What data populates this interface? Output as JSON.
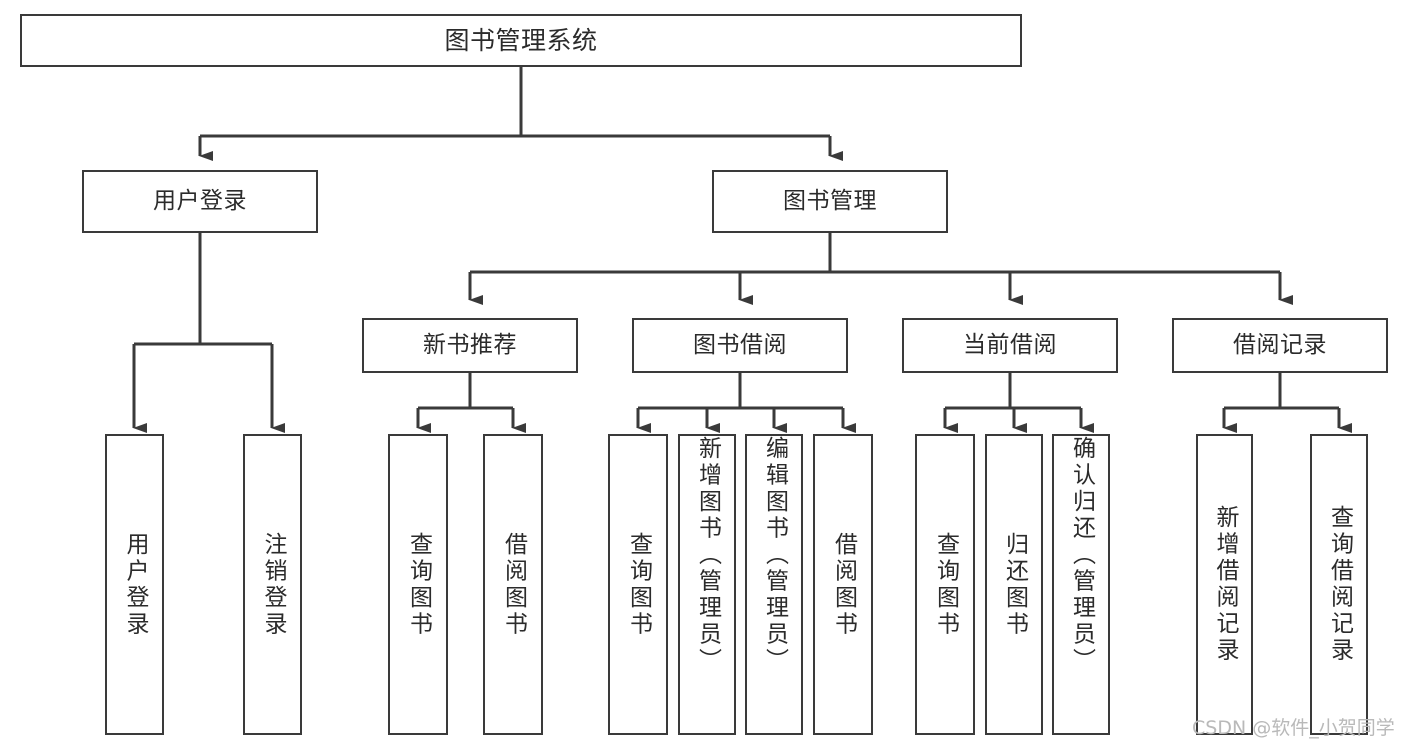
{
  "diagram": {
    "type": "tree",
    "title": "图书管理系统",
    "root": {
      "label": "图书管理系统",
      "children": [
        {
          "label": "用户登录",
          "children": [
            {
              "label": "用户登录"
            },
            {
              "label": "注销登录"
            }
          ]
        },
        {
          "label": "图书管理",
          "children": [
            {
              "label": "新书推荐",
              "children": [
                {
                  "label": "查询图书"
                },
                {
                  "label": "借阅图书"
                }
              ]
            },
            {
              "label": "图书借阅",
              "children": [
                {
                  "label": "查询图书"
                },
                {
                  "label": "新增图书（管理员）"
                },
                {
                  "label": "编辑图书（管理员）"
                },
                {
                  "label": "借阅图书"
                }
              ]
            },
            {
              "label": "当前借阅",
              "children": [
                {
                  "label": "查询图书"
                },
                {
                  "label": "归还图书"
                },
                {
                  "label": "确认归还（管理员）"
                }
              ]
            },
            {
              "label": "借阅记录",
              "children": [
                {
                  "label": "新增借阅记录"
                },
                {
                  "label": "查询借阅记录"
                }
              ]
            }
          ]
        }
      ]
    }
  },
  "nodes": {
    "root": "图书管理系统",
    "user_login": "用户登录",
    "book_manage": "图书管理",
    "new_book_rec": "新书推荐",
    "book_borrow": "图书借阅",
    "current_borrow": "当前借阅",
    "borrow_record": "借阅记录",
    "leaf_user_login": "用户登录",
    "leaf_logout": "注销登录",
    "leaf_rec_query": "查询图书",
    "leaf_rec_borrow": "借阅图书",
    "leaf_borrow_query": "查询图书",
    "leaf_borrow_add": "新增图书（管理员）",
    "leaf_borrow_edit": "编辑图书（管理员）",
    "leaf_borrow_do": "借阅图书",
    "leaf_cur_query": "查询图书",
    "leaf_cur_return": "归还图书",
    "leaf_cur_confirm": "确认归还（管理员）",
    "leaf_rec_add": "新增借阅记录",
    "leaf_rec_query2": "查询借阅记录"
  },
  "watermark": "CSDN @软件_小贺同学",
  "colors": {
    "border": "#3a3a3a",
    "connector": "#3a3a3a",
    "text": "#2b2b2b",
    "background": "#ffffff",
    "watermark": "#b9b9b9"
  }
}
